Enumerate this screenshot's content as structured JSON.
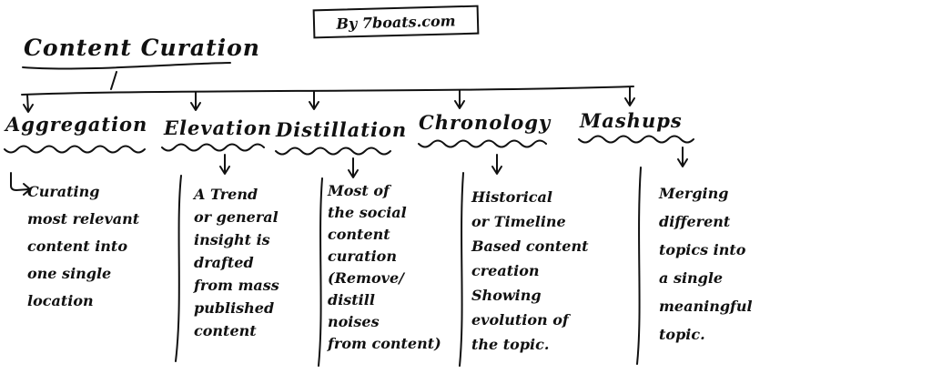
{
  "credit": {
    "label": "By 7boats.com"
  },
  "title": "Content Curation",
  "branches": [
    {
      "label": "Aggregation",
      "description": "Curating\nmost relevant\ncontent into\none single\nlocation"
    },
    {
      "label": "Elevation",
      "description": "A Trend\nor general\ninsight is\ndrafted\nfrom mass\npublished\ncontent"
    },
    {
      "label": "Distillation",
      "description": "Most of\nthe social\ncontent\ncuration\n(Remove/\ndistill\nnoises\nfrom content)"
    },
    {
      "label": "Chronology",
      "description": "Historical\nor Timeline\nBased content\ncreation\nShowing\nevolution of\nthe topic."
    },
    {
      "label": "Mashups",
      "description": "Merging\ndifferent\ntopics into\na single\nmeaningful\ntopic."
    }
  ],
  "colors": {
    "ink": "#111111",
    "background": "#ffffff"
  }
}
